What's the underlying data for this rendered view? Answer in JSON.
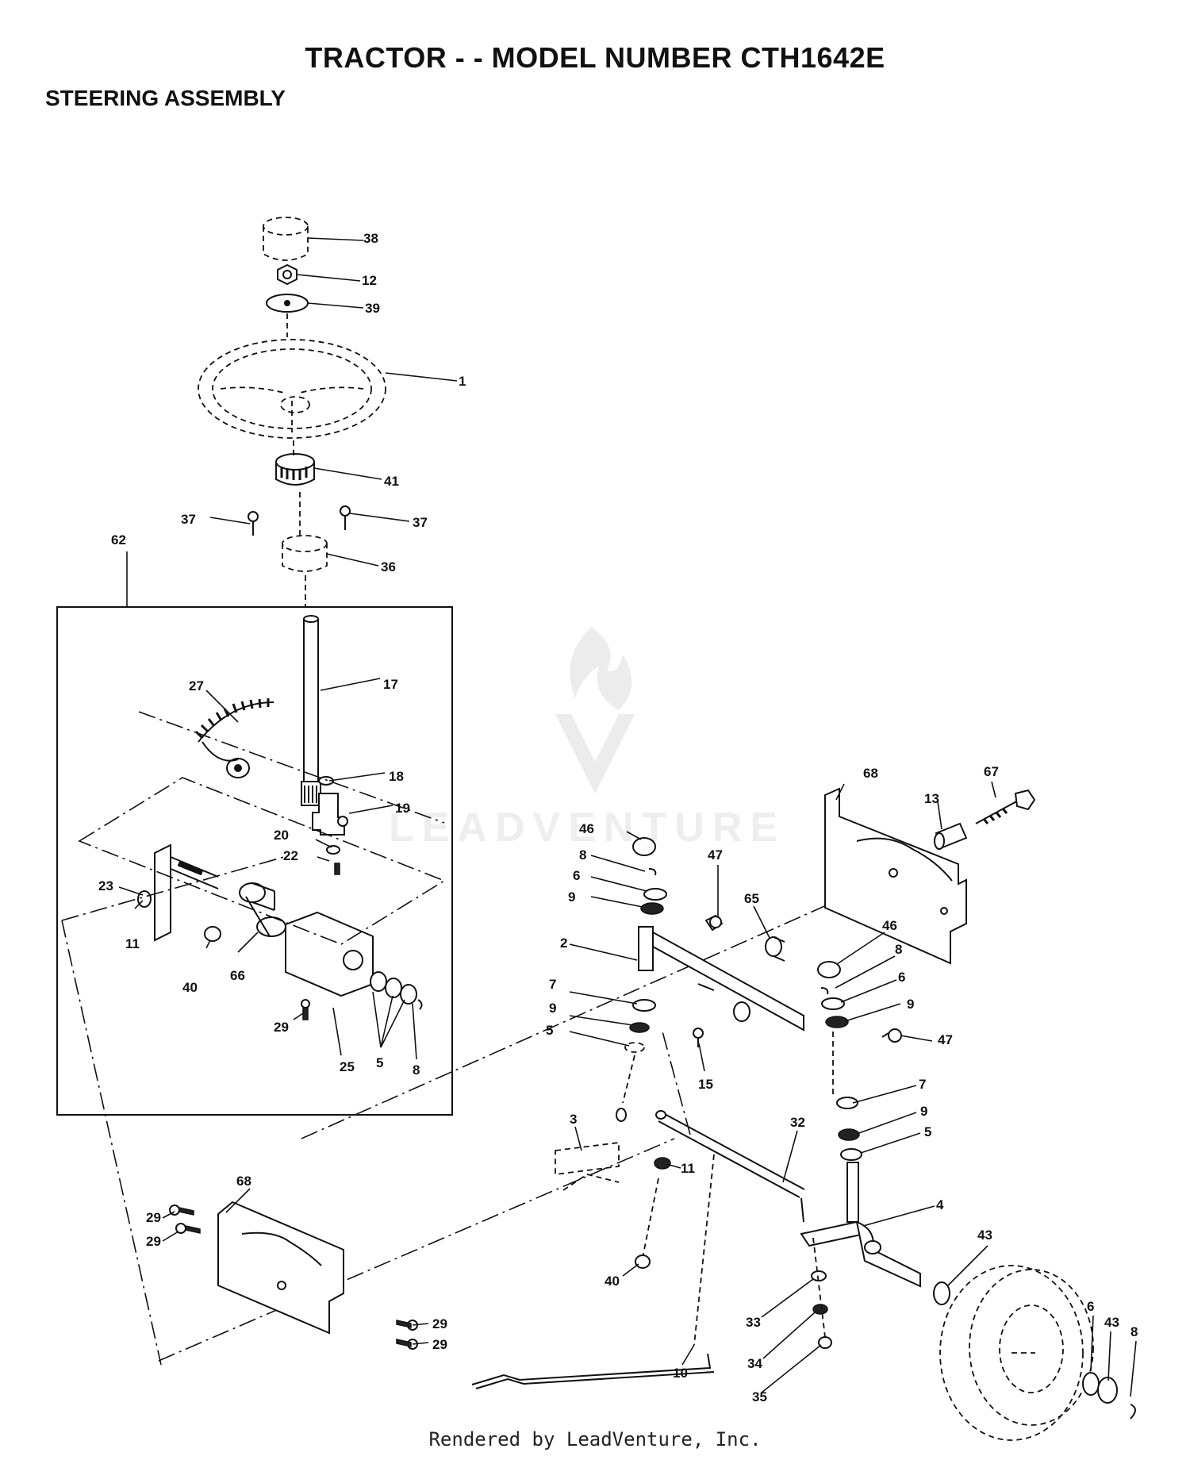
{
  "header": {
    "title": "TRACTOR - - MODEL NUMBER CTH1642E",
    "subtitle": "STEERING ASSEMBLY"
  },
  "watermark": {
    "text": "LEADVENTURE"
  },
  "footer": {
    "text": "Rendered by LeadVenture, Inc."
  },
  "callouts": [
    "38",
    "12",
    "39",
    "1",
    "41",
    "37",
    "37",
    "36",
    "62",
    "17",
    "27",
    "18",
    "19",
    "20",
    "22",
    "23",
    "11",
    "40",
    "66",
    "29",
    "25",
    "5",
    "8",
    "68",
    "67",
    "13",
    "46",
    "8",
    "6",
    "9",
    "47",
    "65",
    "2",
    "46",
    "8",
    "6",
    "7",
    "9",
    "9",
    "47",
    "5",
    "15",
    "7",
    "9",
    "5",
    "3",
    "32",
    "11",
    "4",
    "43",
    "40",
    "6",
    "43",
    "8",
    "33",
    "34",
    "35",
    "10",
    "68",
    "29",
    "29",
    "29",
    "29"
  ]
}
